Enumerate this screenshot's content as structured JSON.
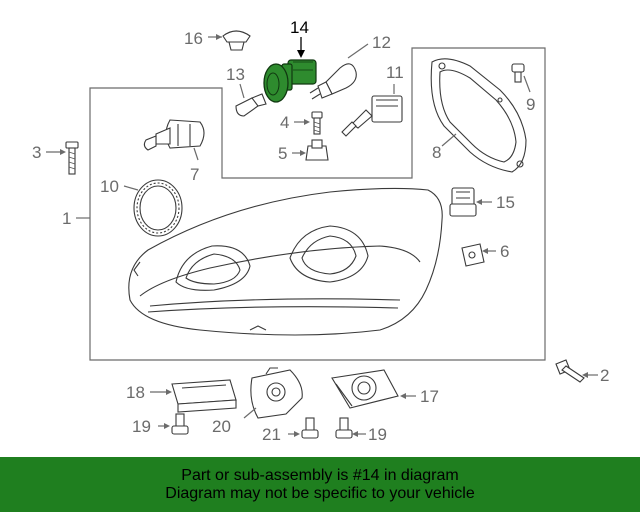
{
  "callouts": {
    "c1": "1",
    "c2": "2",
    "c3": "3",
    "c4": "4",
    "c5": "5",
    "c6": "6",
    "c7": "7",
    "c8": "8",
    "c9": "9",
    "c10": "10",
    "c11": "11",
    "c12": "12",
    "c13": "13",
    "c14": "14",
    "c15": "15",
    "c16": "16",
    "c17": "17",
    "c18": "18",
    "c19a": "19",
    "c19b": "19",
    "c20": "20",
    "c21": "21"
  },
  "highlight": {
    "callout": "14",
    "color": "#2e8b2e"
  },
  "banner": {
    "line1": "Part or sub-assembly is #14 in diagram",
    "line2": "Diagram may not be specific to your vehicle",
    "background": "#1f7f1f"
  }
}
